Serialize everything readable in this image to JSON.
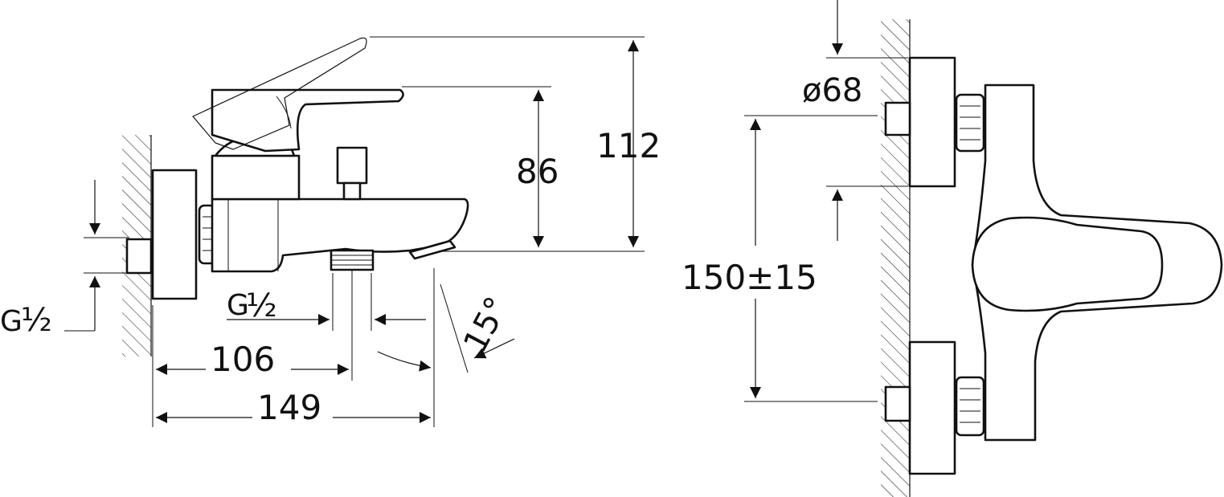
{
  "dimensions": {
    "total_height": "112",
    "spout_height": "86",
    "spout_reach": "106",
    "total_depth": "149",
    "angle": "15°",
    "rosette_diameter": "ø68",
    "center_distance": "150±15"
  },
  "threads": {
    "inlet_thread_main": "G",
    "inlet_thread_fraction": "½",
    "outlet_thread_main": "G",
    "outlet_thread_fraction": "½"
  },
  "colors": {
    "line": "#111111",
    "background": "#ffffff"
  }
}
